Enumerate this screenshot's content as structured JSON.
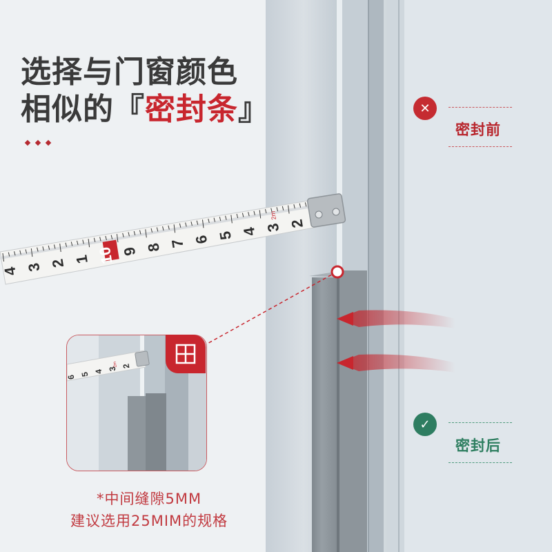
{
  "headline": {
    "line1": "选择与门窗颜色",
    "line2_prefix": "相似的『",
    "line2_accent": "密封条",
    "line2_suffix": "』"
  },
  "status": {
    "before_label": "密封前",
    "after_label": "密封后",
    "before_icon": "x-mark-icon",
    "after_icon": "check-mark-icon"
  },
  "tape_measure": {
    "main_digits": [
      "4",
      "3",
      "2",
      "1",
      "10",
      "9",
      "8",
      "7",
      "6",
      "5",
      "4",
      "3",
      "2"
    ],
    "main_badge": "10",
    "main_unit": "2m",
    "inset_digits": [
      "6",
      "5",
      "4",
      "3",
      "2"
    ],
    "inset_unit": "2m"
  },
  "inset": {
    "icon": "window-frame-icon"
  },
  "caption": {
    "line1": "*中间缝隙5MM",
    "line2": "建议选用25MIM的规格"
  },
  "colors": {
    "accent_red": "#c8262e",
    "accent_green": "#2e7d61",
    "frame_gray": "#b8c2ca",
    "strip_gray": "#8f979d",
    "headline_text": "#3a3a3a"
  }
}
